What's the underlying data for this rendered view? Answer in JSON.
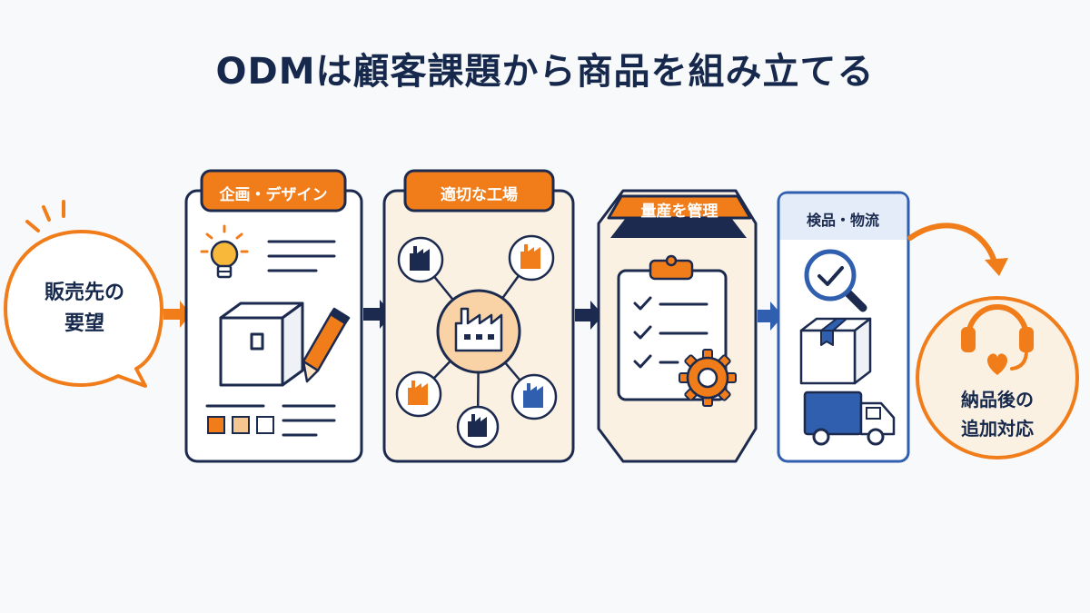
{
  "title": "ODMは顧客課題から商品を組み立てる",
  "start": {
    "line1": "販売先の",
    "line2": "要望"
  },
  "steps": [
    {
      "label": "企画・デザイン"
    },
    {
      "label": "適切な工場"
    },
    {
      "label": "量産を管理"
    },
    {
      "label": "検品・物流"
    }
  ],
  "end": {
    "line1": "納品後の",
    "line2": "追加対応"
  },
  "colors": {
    "navy": "#1b2a4e",
    "orange": "#f07d1a",
    "blue": "#2f5fae",
    "cream": "#fbf1e2",
    "light_blue": "#e3ecf8"
  },
  "icons": [
    "lightbulb-icon",
    "box-icon",
    "pencil-icon",
    "factory-icon",
    "clipboard-icon",
    "gear-icon",
    "magnifier-icon",
    "package-icon",
    "truck-icon",
    "headset-icon",
    "heart-icon"
  ]
}
